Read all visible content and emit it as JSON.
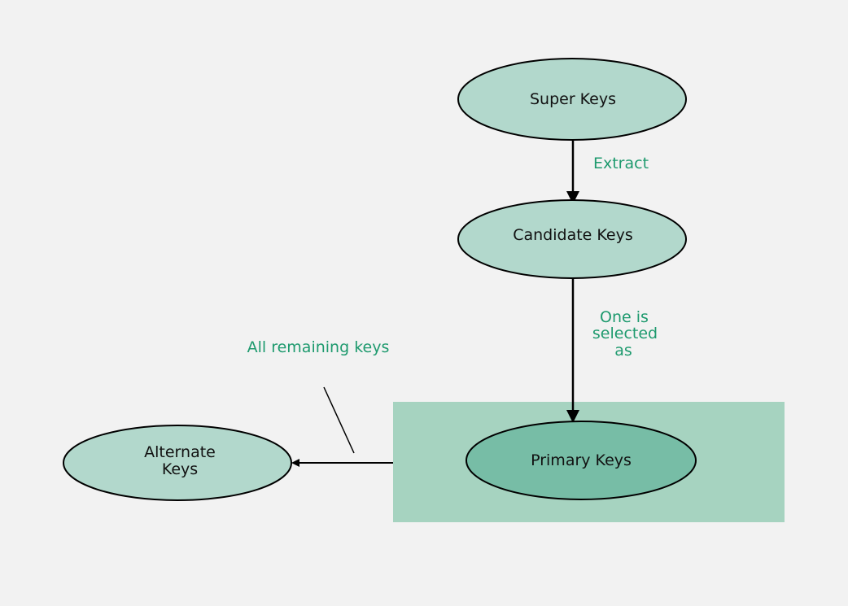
{
  "colors": {
    "background": "#f2f2f2",
    "node_fill": "#b2d8cc",
    "primary_fill": "#77bda6",
    "highlight_box": "#a6d3c0",
    "label_green": "#1e9a6e",
    "stroke": "#000000"
  },
  "nodes": {
    "super": {
      "label": "Super Keys"
    },
    "candidate": {
      "label": "Candidate Keys"
    },
    "primary": {
      "label": "Primary Keys"
    },
    "alternate": {
      "line1": "Alternate",
      "line2": "Keys"
    }
  },
  "edges": {
    "extract": {
      "label": "Extract"
    },
    "selected": {
      "line1": "One is",
      "line2": "selected",
      "line3": "as"
    },
    "remaining": {
      "label": "All remaining keys"
    }
  }
}
